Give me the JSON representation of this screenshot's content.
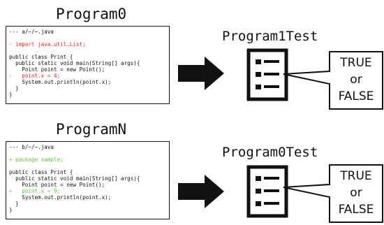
{
  "top": {
    "program_title": "Program0",
    "code_lines": [
      {
        "text": "--- a/~/~.java",
        "kind": "normal"
      },
      {
        "text": "",
        "kind": "normal"
      },
      {
        "text": "- import java.util.List;",
        "kind": "removed"
      },
      {
        "text": "",
        "kind": "normal"
      },
      {
        "text": "public class Print {",
        "kind": "normal"
      },
      {
        "text": "  public static void main(String[] args){",
        "kind": "normal"
      },
      {
        "text": "    Point point = new Point();",
        "kind": "normal"
      },
      {
        "text": "-   point.x = 4;",
        "kind": "removed"
      },
      {
        "text": "    System.out.println(point.x);",
        "kind": "normal"
      },
      {
        "text": "  }",
        "kind": "normal"
      },
      {
        "text": "}",
        "kind": "normal"
      }
    ],
    "test_title": "Program1Test",
    "verdict": {
      "line1": "TRUE",
      "line2": "or",
      "line3": "FALSE"
    }
  },
  "bottom": {
    "program_title": "ProgramN",
    "code_lines": [
      {
        "text": "--- b/~/~.java",
        "kind": "normal"
      },
      {
        "text": "",
        "kind": "normal"
      },
      {
        "text": "+ package sample;",
        "kind": "added"
      },
      {
        "text": "",
        "kind": "normal"
      },
      {
        "text": "public class Print {",
        "kind": "normal"
      },
      {
        "text": "  public static void main(String[] args){",
        "kind": "normal"
      },
      {
        "text": "    Point point = new Point();",
        "kind": "normal"
      },
      {
        "text": "+   point.x = 9;",
        "kind": "added"
      },
      {
        "text": "    System.out.println(point.x);",
        "kind": "normal"
      },
      {
        "text": "  }",
        "kind": "normal"
      },
      {
        "text": "}",
        "kind": "normal"
      }
    ],
    "test_title": "Program0Test",
    "verdict": {
      "line1": "TRUE",
      "line2": "or",
      "line3": "FALSE"
    }
  },
  "colors": {
    "removed": "#e8231e",
    "added": "#5cc640",
    "ink": "#111111"
  },
  "icons": [
    "right-arrow-icon",
    "test-document-icon",
    "speech-bubble-icon"
  ]
}
